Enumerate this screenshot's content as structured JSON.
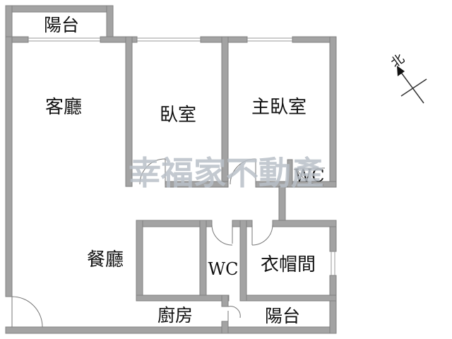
{
  "rooms": {
    "balcony_top": "陽台",
    "living_room": "客廳",
    "bedroom": "臥室",
    "master_bedroom": "主臥室",
    "wc_master": "WC",
    "dining_room": "餐廳",
    "wc": "WC",
    "closet": "衣帽間",
    "kitchen": "廚房",
    "balcony_bottom": "陽台"
  },
  "watermark": "幸福家不動產",
  "compass": {
    "label": "北"
  },
  "colors": {
    "wall_fill": "#a3a3a3",
    "wall_stroke": "#808080",
    "watermark": "#b9c0c8"
  }
}
